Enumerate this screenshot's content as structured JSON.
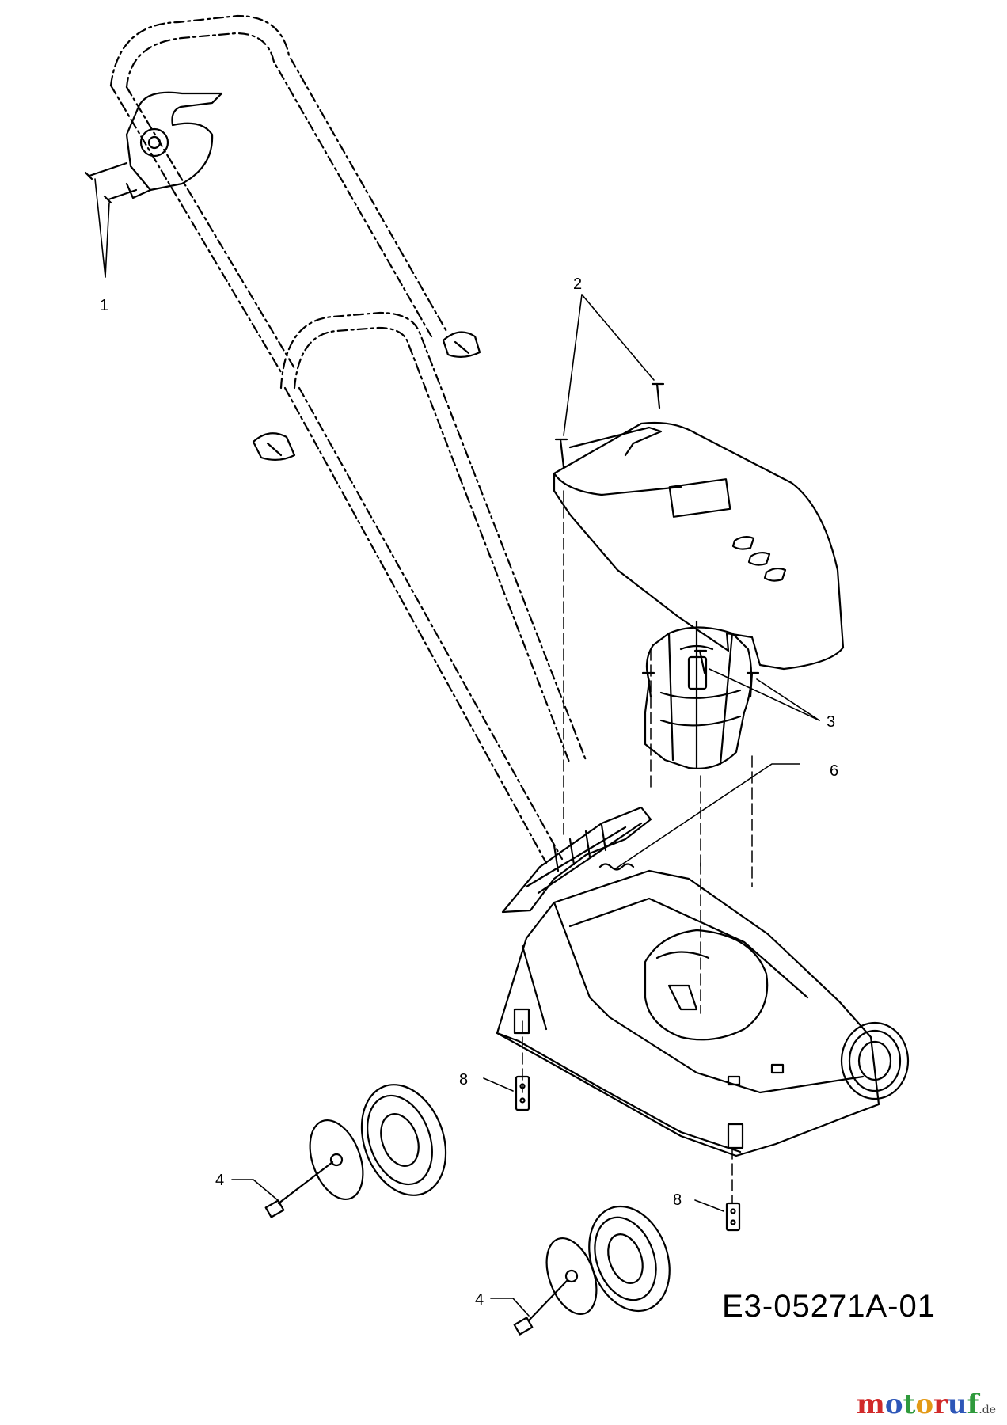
{
  "callouts": [
    "1",
    "2",
    "3",
    "4",
    "4",
    "6",
    "8",
    "8"
  ],
  "drawing_code": "E3-05271A-01",
  "watermark": {
    "brand": "motoruf",
    "suffix": ".de"
  }
}
